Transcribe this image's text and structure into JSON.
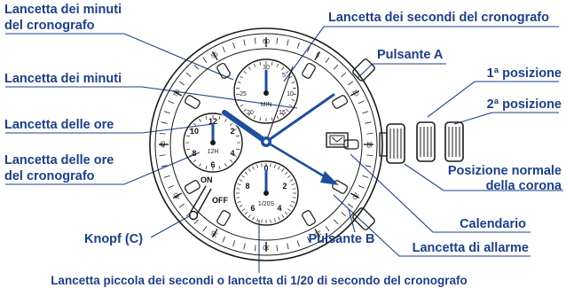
{
  "labels": {
    "chrono_minute_hand_line1": "Lancetta dei minuti",
    "chrono_minute_hand_line2": "del cronografo",
    "minute_hand": "Lancetta dei minuti",
    "hour_hand": "Lancetta delle ore",
    "chrono_hour_hand_line1": "Lancetta delle ore",
    "chrono_hour_hand_line2": "del cronografo",
    "knob_c": "Knopf (C)",
    "chrono_second_hand": "Lancetta dei secondi del cronografo",
    "pusher_a": "Pulsante A",
    "first_position": "1ª posizione",
    "second_position": "2ª posizione",
    "normal_crown_position_line1": "Posizione normale",
    "normal_crown_position_line2": "della corona",
    "calendar": "Calendario",
    "pusher_b": "Pulsante B",
    "alarm_hand": "Lancetta di allarme",
    "small_second_hand": "Lancetta piccola dei secondi o lancetta di 1/20 di secondo del cronografo"
  },
  "dial": {
    "bezel_numbers": [
      "60",
      "5",
      "10",
      "15",
      "20",
      "25",
      "30",
      "35",
      "40",
      "45",
      "50",
      "55"
    ],
    "on_label": "ON",
    "off_label": "OFF",
    "min_subdial_label": "MIN",
    "min_subdial_numbers": [
      "30",
      "5",
      "10",
      "15",
      "20",
      "25"
    ],
    "hour_subdial_label": "12H",
    "hour_subdial_numbers": [
      "12",
      "2",
      "4",
      "6",
      "8",
      "10"
    ],
    "twentieth_subdial_label": "1/20S",
    "twentieth_subdial_numbers": [
      "0",
      "2",
      "4",
      "6",
      "8"
    ]
  },
  "colors": {
    "label_blue": "#1c3f86",
    "hand_blue": "#1f4e9c",
    "ink": "#1a1a1a"
  }
}
